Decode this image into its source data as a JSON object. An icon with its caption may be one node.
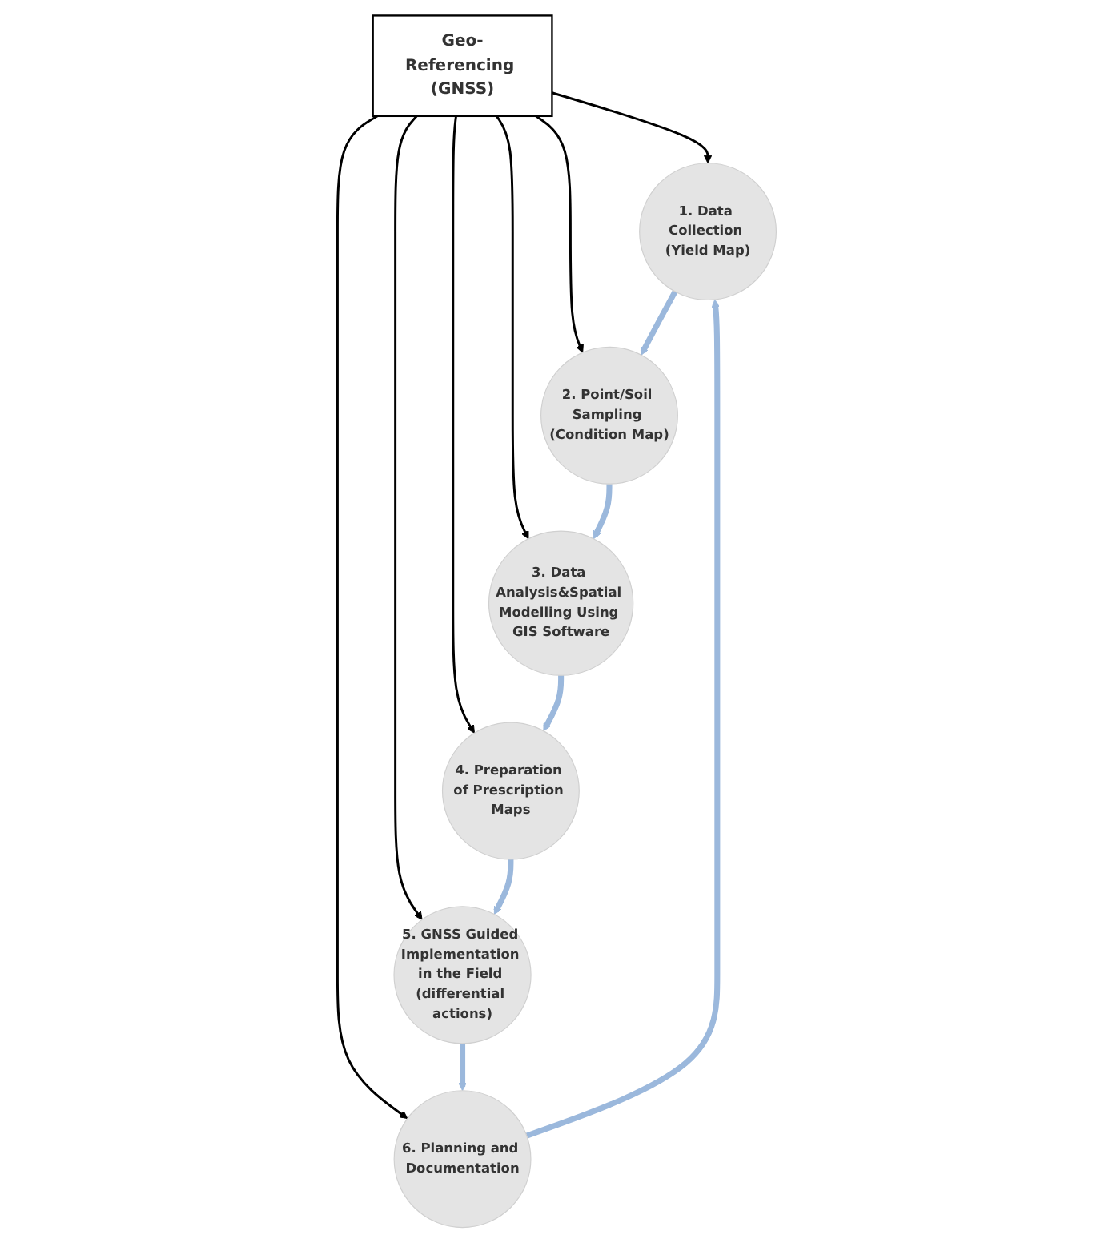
{
  "diagram": {
    "nodes": [
      {
        "text": [
          "Geo-Referencing (GNSS)"
        ]
      },
      {
        "text": [
          "1. Data Collection (Yield Map)"
        ]
      },
      {
        "text": [
          "2. Point/Soil Sampling (Condition Map)"
        ]
      },
      {
        "text": [
          "3. Data Analysis&Spatial Modelling Using GIS Software"
        ]
      },
      {
        "text": [
          "4. Preparation of Prescription Maps"
        ]
      },
      {
        "text": [
          "5. GNSS Guided Implementation in the Field (differential actions)"
        ]
      },
      {
        "text": [
          "6. Planning and Documentation"
        ]
      }
    ],
    "edges": [
      {
        "from": 0,
        "to": 1,
        "arrow": "to"
      },
      {
        "from": 0,
        "to": 2,
        "arrow": "to"
      },
      {
        "from": 0,
        "to": 3,
        "arrow": "to"
      },
      {
        "from": 0,
        "to": 4,
        "arrow": "to"
      },
      {
        "from": 0,
        "to": 5,
        "arrow": "to"
      },
      {
        "from": 0,
        "to": 6,
        "arrow": "to"
      },
      {
        "from": 1,
        "to": 2,
        "arrow": "to",
        "style": "thick",
        "color": "#9bb8dc"
      },
      {
        "from": 2,
        "to": 3,
        "arrow": "to",
        "style": "thick",
        "color": "#9bb8dc"
      },
      {
        "from": 3,
        "to": 4,
        "arrow": "to",
        "style": "thick",
        "color": "#9bb8dc"
      },
      {
        "from": 4,
        "to": 5,
        "arrow": "to",
        "style": "thick",
        "color": "#9bb8dc"
      },
      {
        "from": 5,
        "to": 6,
        "arrow": "to",
        "style": "thick",
        "color": "#9bb8dc"
      },
      {
        "from": 6,
        "to": 1,
        "arrow": "to",
        "style": "thick",
        "color": "#9bb8dc"
      }
    ]
  }
}
